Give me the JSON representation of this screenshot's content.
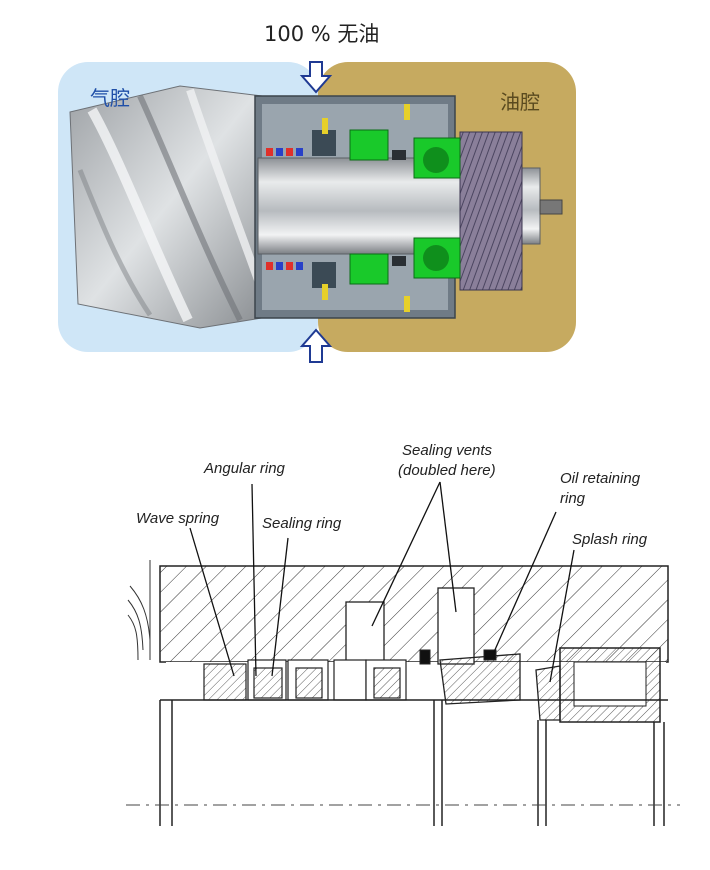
{
  "top_figure": {
    "headline": "100 % 无油",
    "air_chamber_label": "气腔",
    "oil_chamber_label": "油腔",
    "colors": {
      "air_chamber": "#cfe6f7",
      "oil_chamber": "#c6aa60",
      "arrow": "#1f3a93",
      "seal_green": "#19c92a"
    }
  },
  "bottom_figure": {
    "labels": {
      "wave_spring": "Wave spring",
      "angular_ring": "Angular ring",
      "sealing_ring": "Sealing ring",
      "sealing_vents": "Sealing vents",
      "sealing_vents_note": "(doubled here)",
      "oil_retaining_ring_1": "Oil retaining",
      "oil_retaining_ring_2": "ring",
      "splash_ring": "Splash ring"
    }
  }
}
